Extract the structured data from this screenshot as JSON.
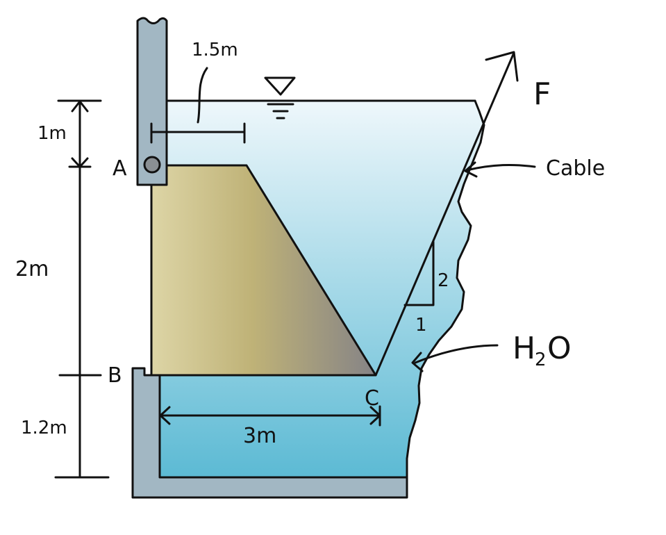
{
  "labels": {
    "dim_top": "1.5m",
    "dim_1m": "1m",
    "dim_2m": "2m",
    "dim_12m": "1.2m",
    "dim_3m": "3m",
    "point_a": "A",
    "point_b": "B",
    "point_c": "C",
    "force": "F",
    "cable": "Cable",
    "water": "H",
    "water_sub": "2",
    "water_end": "O",
    "slope_rise": "2",
    "slope_run": "1"
  },
  "colors": {
    "water_top": "#eef7fb",
    "water_bottom": "#5cbad4",
    "gate_left": "#ddd5a6",
    "gate_mid": "#bfb277",
    "gate_right": "#858386",
    "wall": "#a2b7c3",
    "line": "#111111"
  },
  "icons": {
    "free_surface": "water-surface-triangle-icon",
    "hinge": "hinge-pin-icon"
  }
}
